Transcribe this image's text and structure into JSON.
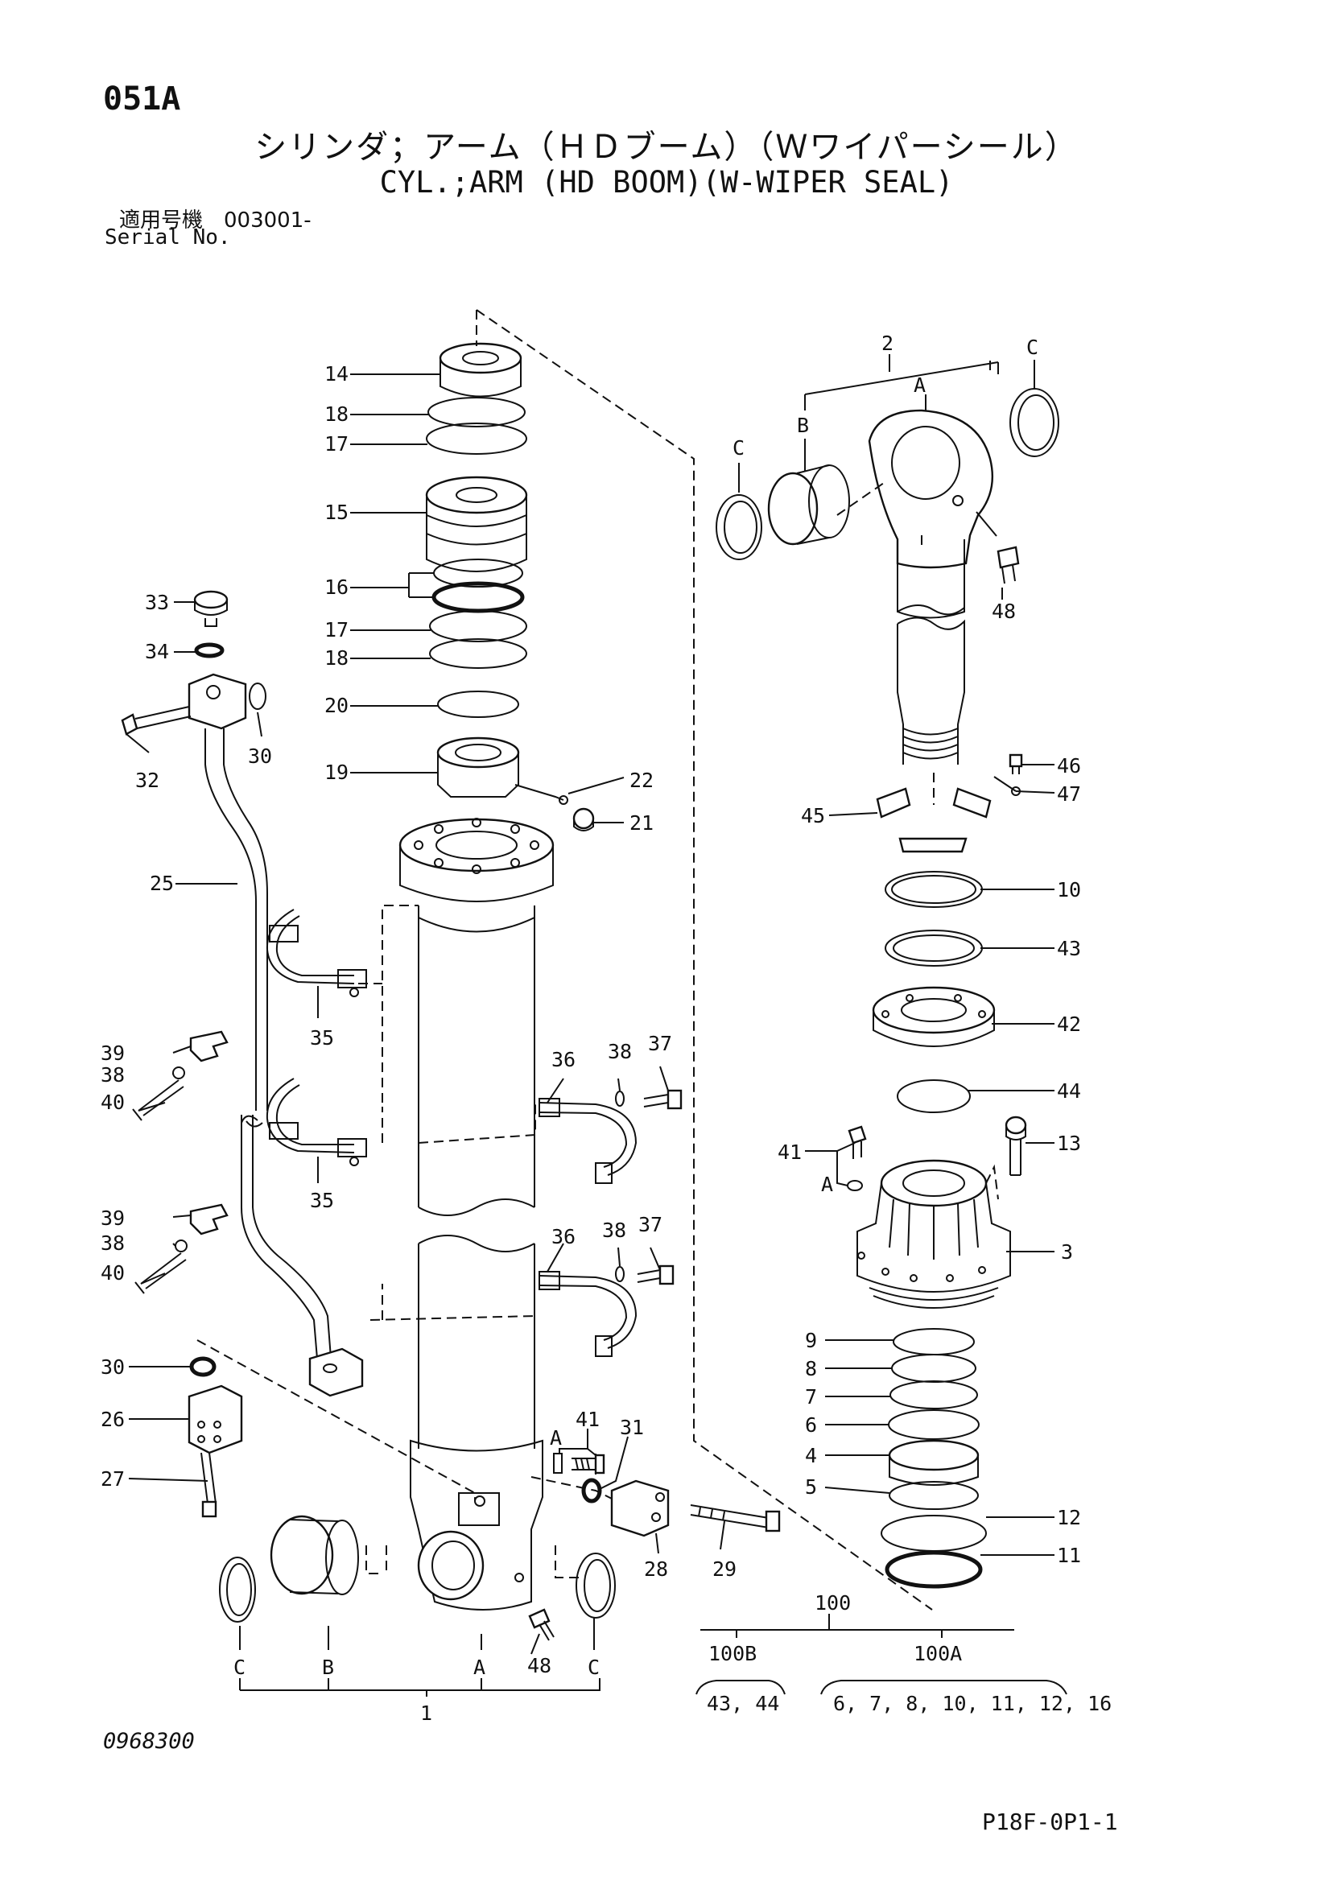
{
  "header": {
    "page_code": "051A",
    "title_jp": "シリンダ；アーム（ＨＤブーム）（Ｗワイパーシール）",
    "title_en": "CYL.;ARM (HD BOOM)(W-WIPER SEAL)",
    "serial_jp": "適用号機　003001-",
    "serial_en": "Serial No."
  },
  "footer": {
    "drawing_no": "0968300",
    "page_ref": "P18F-0P1-1"
  },
  "callouts": {
    "p14": "14",
    "p18a": "18",
    "p17a": "17",
    "p15": "15",
    "p16": "16",
    "p17b": "17",
    "p18b": "18",
    "p20": "20",
    "p19": "19",
    "p22": "22",
    "p21": "21",
    "p33": "33",
    "p34": "34",
    "p32": "32",
    "p30a": "30",
    "p25": "25",
    "p35a": "35",
    "p35b": "35",
    "p39a": "39",
    "p38a": "38",
    "p40a": "40",
    "p39b": "39",
    "p38b": "38",
    "p40b": "40",
    "p36a": "36",
    "p38c": "38",
    "p37a": "37",
    "p36b": "36",
    "p38d": "38",
    "p37b": "37",
    "p30b": "30",
    "p26": "26",
    "p27": "27",
    "p41a": "41",
    "p31": "31",
    "p28": "28",
    "p29": "29",
    "p48b": "48",
    "p1": "1",
    "p2": "2",
    "p48a": "48",
    "p46": "46",
    "p47": "47",
    "p45": "45",
    "p10": "10",
    "p43": "43",
    "p42": "42",
    "p44": "44",
    "p13": "13",
    "p41b": "41",
    "p3": "3",
    "p9": "9",
    "p8": "8",
    "p7": "7",
    "p6": "6",
    "p4": "4",
    "p5": "5",
    "p12": "12",
    "p11": "11"
  },
  "letters": {
    "a_top": "A",
    "b_top": "B",
    "c_top_left": "C",
    "c_top_right": "C",
    "a_bottom": "A",
    "b_bottom": "B",
    "c_bottom_left": "C",
    "c_bottom_right": "C",
    "a_pin": "A",
    "a_41": "A"
  },
  "kits": {
    "main": "100",
    "kit_b": "100B",
    "kit_a": "100A",
    "kit_b_parts": "43, 44",
    "kit_a_parts": "6, 7, 8, 10, 11, 12, 16"
  }
}
